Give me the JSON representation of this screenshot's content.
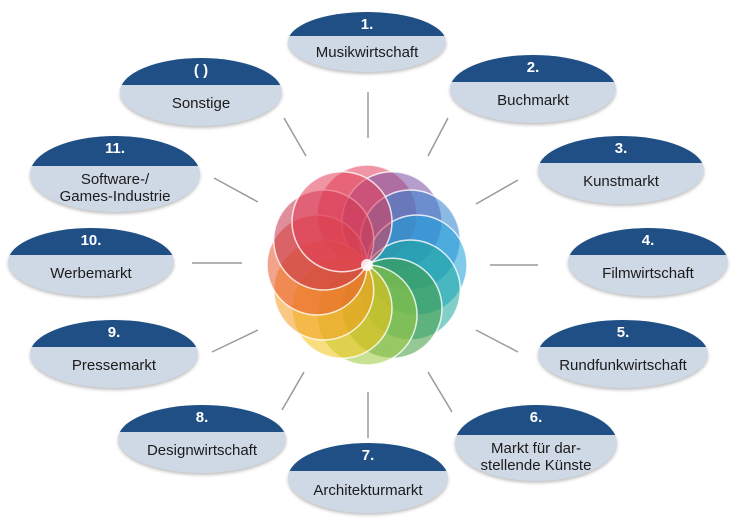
{
  "colors": {
    "node_top": "#1f4f84",
    "node_body": "#cfd9e6",
    "connector": "#9a9a9a",
    "wheel": [
      "#e23e57",
      "#7a4fa3",
      "#2f7fd0",
      "#1aa0d8",
      "#1ba89a",
      "#3f9a3f",
      "#9ac93b",
      "#f2c314",
      "#f39a1f",
      "#e8572b",
      "#c7304a"
    ]
  },
  "center": {
    "name": "color-wheel",
    "petals": 12
  },
  "nodes": [
    {
      "id": "1",
      "number": "1.",
      "label": "Musikwirtschaft"
    },
    {
      "id": "2",
      "number": "2.",
      "label": "Buchmarkt"
    },
    {
      "id": "3",
      "number": "3.",
      "label": "Kunstmarkt"
    },
    {
      "id": "4",
      "number": "4.",
      "label": "Filmwirtschaft"
    },
    {
      "id": "5",
      "number": "5.",
      "label": "Rundfunkwirtschaft"
    },
    {
      "id": "6",
      "number": "6.",
      "label": "Markt für dar-\nstellende Künste"
    },
    {
      "id": "7",
      "number": "7.",
      "label": "Architekturmarkt"
    },
    {
      "id": "8",
      "number": "8.",
      "label": "Designwirtschaft"
    },
    {
      "id": "9",
      "number": "9.",
      "label": "Pressemarkt"
    },
    {
      "id": "10",
      "number": "10.",
      "label": "Werbemarkt"
    },
    {
      "id": "11",
      "number": "11.",
      "label": "Software-/\nGames-Industrie"
    },
    {
      "id": "s",
      "number": "( )",
      "label": "Sonstige"
    }
  ]
}
